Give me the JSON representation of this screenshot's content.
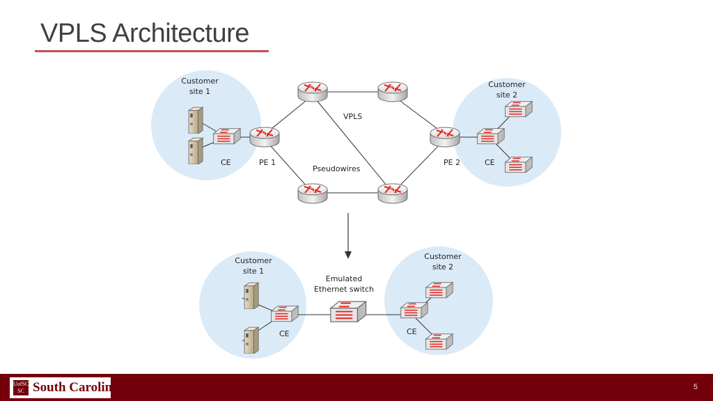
{
  "slide": {
    "title": "VPLS Architecture",
    "page_number": "5"
  },
  "colors": {
    "accent": "#c0504d",
    "footer": "#73000a",
    "site_circle": "#dbeaf7",
    "router_arrow": "#e2231a"
  },
  "top_diagram": {
    "site1": {
      "label_line1": "Customer",
      "label_line2": "site 1"
    },
    "site2": {
      "label_line1": "Customer",
      "label_line2": "site 2"
    },
    "ce_left": "CE",
    "ce_right": "CE",
    "pe1": "PE 1",
    "pe2": "PE 2",
    "vpls": "VPLS",
    "pseudowires": "Pseudowires"
  },
  "bottom_diagram": {
    "site1": {
      "label_line1": "Customer",
      "label_line2": "site 1"
    },
    "site2": {
      "label_line1": "Customer",
      "label_line2": "site 2"
    },
    "switch_line1": "Emulated",
    "switch_line2": "Ethernet switch",
    "ce_left": "CE",
    "ce_right": "CE"
  },
  "footer": {
    "logo_mark_line1": "UofSC",
    "logo_mark_line2": "SC",
    "logo_text": "South Carolina"
  }
}
